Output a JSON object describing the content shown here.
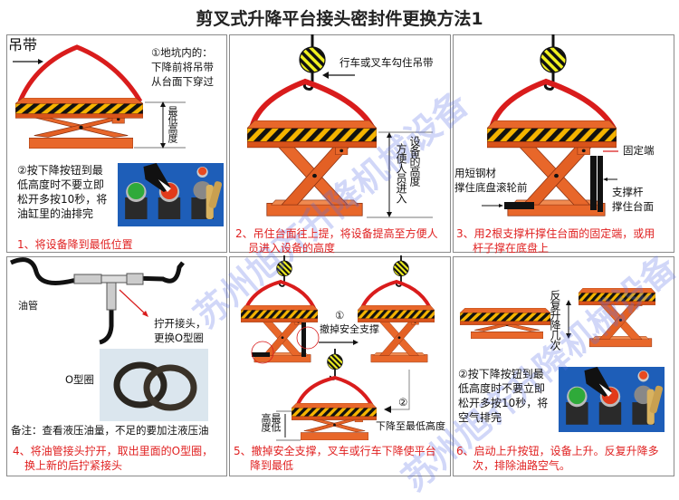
{
  "title": "剪叉式升降平台接头密封件更换方法1",
  "watermark": "苏州旭齐升降机械设备",
  "colors": {
    "orange": "#e8672a",
    "red": "#d91c1c",
    "caption": "#e02020",
    "stripe_yellow": "#f5b400"
  },
  "panels": [
    {
      "sling_label": "吊带",
      "note1": [
        "①地坑内的：",
        "下降前将吊带",
        "从台面下穿过"
      ],
      "height_label": "最低高度",
      "note2": [
        "②按下降按钮到最",
        "低高度时不要立即",
        "松开多按10秒，将",
        "油缸里的油排完"
      ],
      "caption": "1、将设备降到最低位置"
    },
    {
      "hook_label": "行车或叉车勾住吊带",
      "height_label_a": "方便人员进入",
      "height_label_b": "设备的高度",
      "caption": [
        "2、吊住台面往上提，将设备提高至方便人",
        "员进入设备的高度"
      ]
    },
    {
      "fixed_end": "固定端",
      "left_note": [
        "用短钢材",
        "撑住底盘滚轮前"
      ],
      "support_note": [
        "支撑杆",
        "撑住台面"
      ],
      "caption": [
        "3、用2根支撑杆撑住台面的固定端，或用",
        "杆子撑在底盘上"
      ]
    },
    {
      "hose_label": "油管",
      "unscrew_note": [
        "拧开接头，",
        "更换O型圈"
      ],
      "oring_label": "O型圈",
      "remark": "备注：查看液压油量，不足的要加注液压油",
      "caption": [
        "4、将油管接头拧开，取出里面的O型圈，",
        "换上新的后拧紧接头"
      ]
    },
    {
      "step1": "①",
      "step1_label": "撤掉安全支撑",
      "step2": "②",
      "step2_label": "下降至最低高度",
      "height_label_a": "高度",
      "height_label_b": "最低",
      "caption": [
        "5、撤掉安全支撑，叉车或行车下降使平台",
        "降到最低"
      ]
    },
    {
      "repeat_label": "反复升降几次",
      "note": [
        "②按下降按钮到最",
        "低高度时不要立即",
        "松开多按10秒，将",
        "空气排完"
      ],
      "caption": [
        "6、启动上升按钮，设备上升。反复升降多",
        "次，排除油路空气。"
      ]
    }
  ]
}
